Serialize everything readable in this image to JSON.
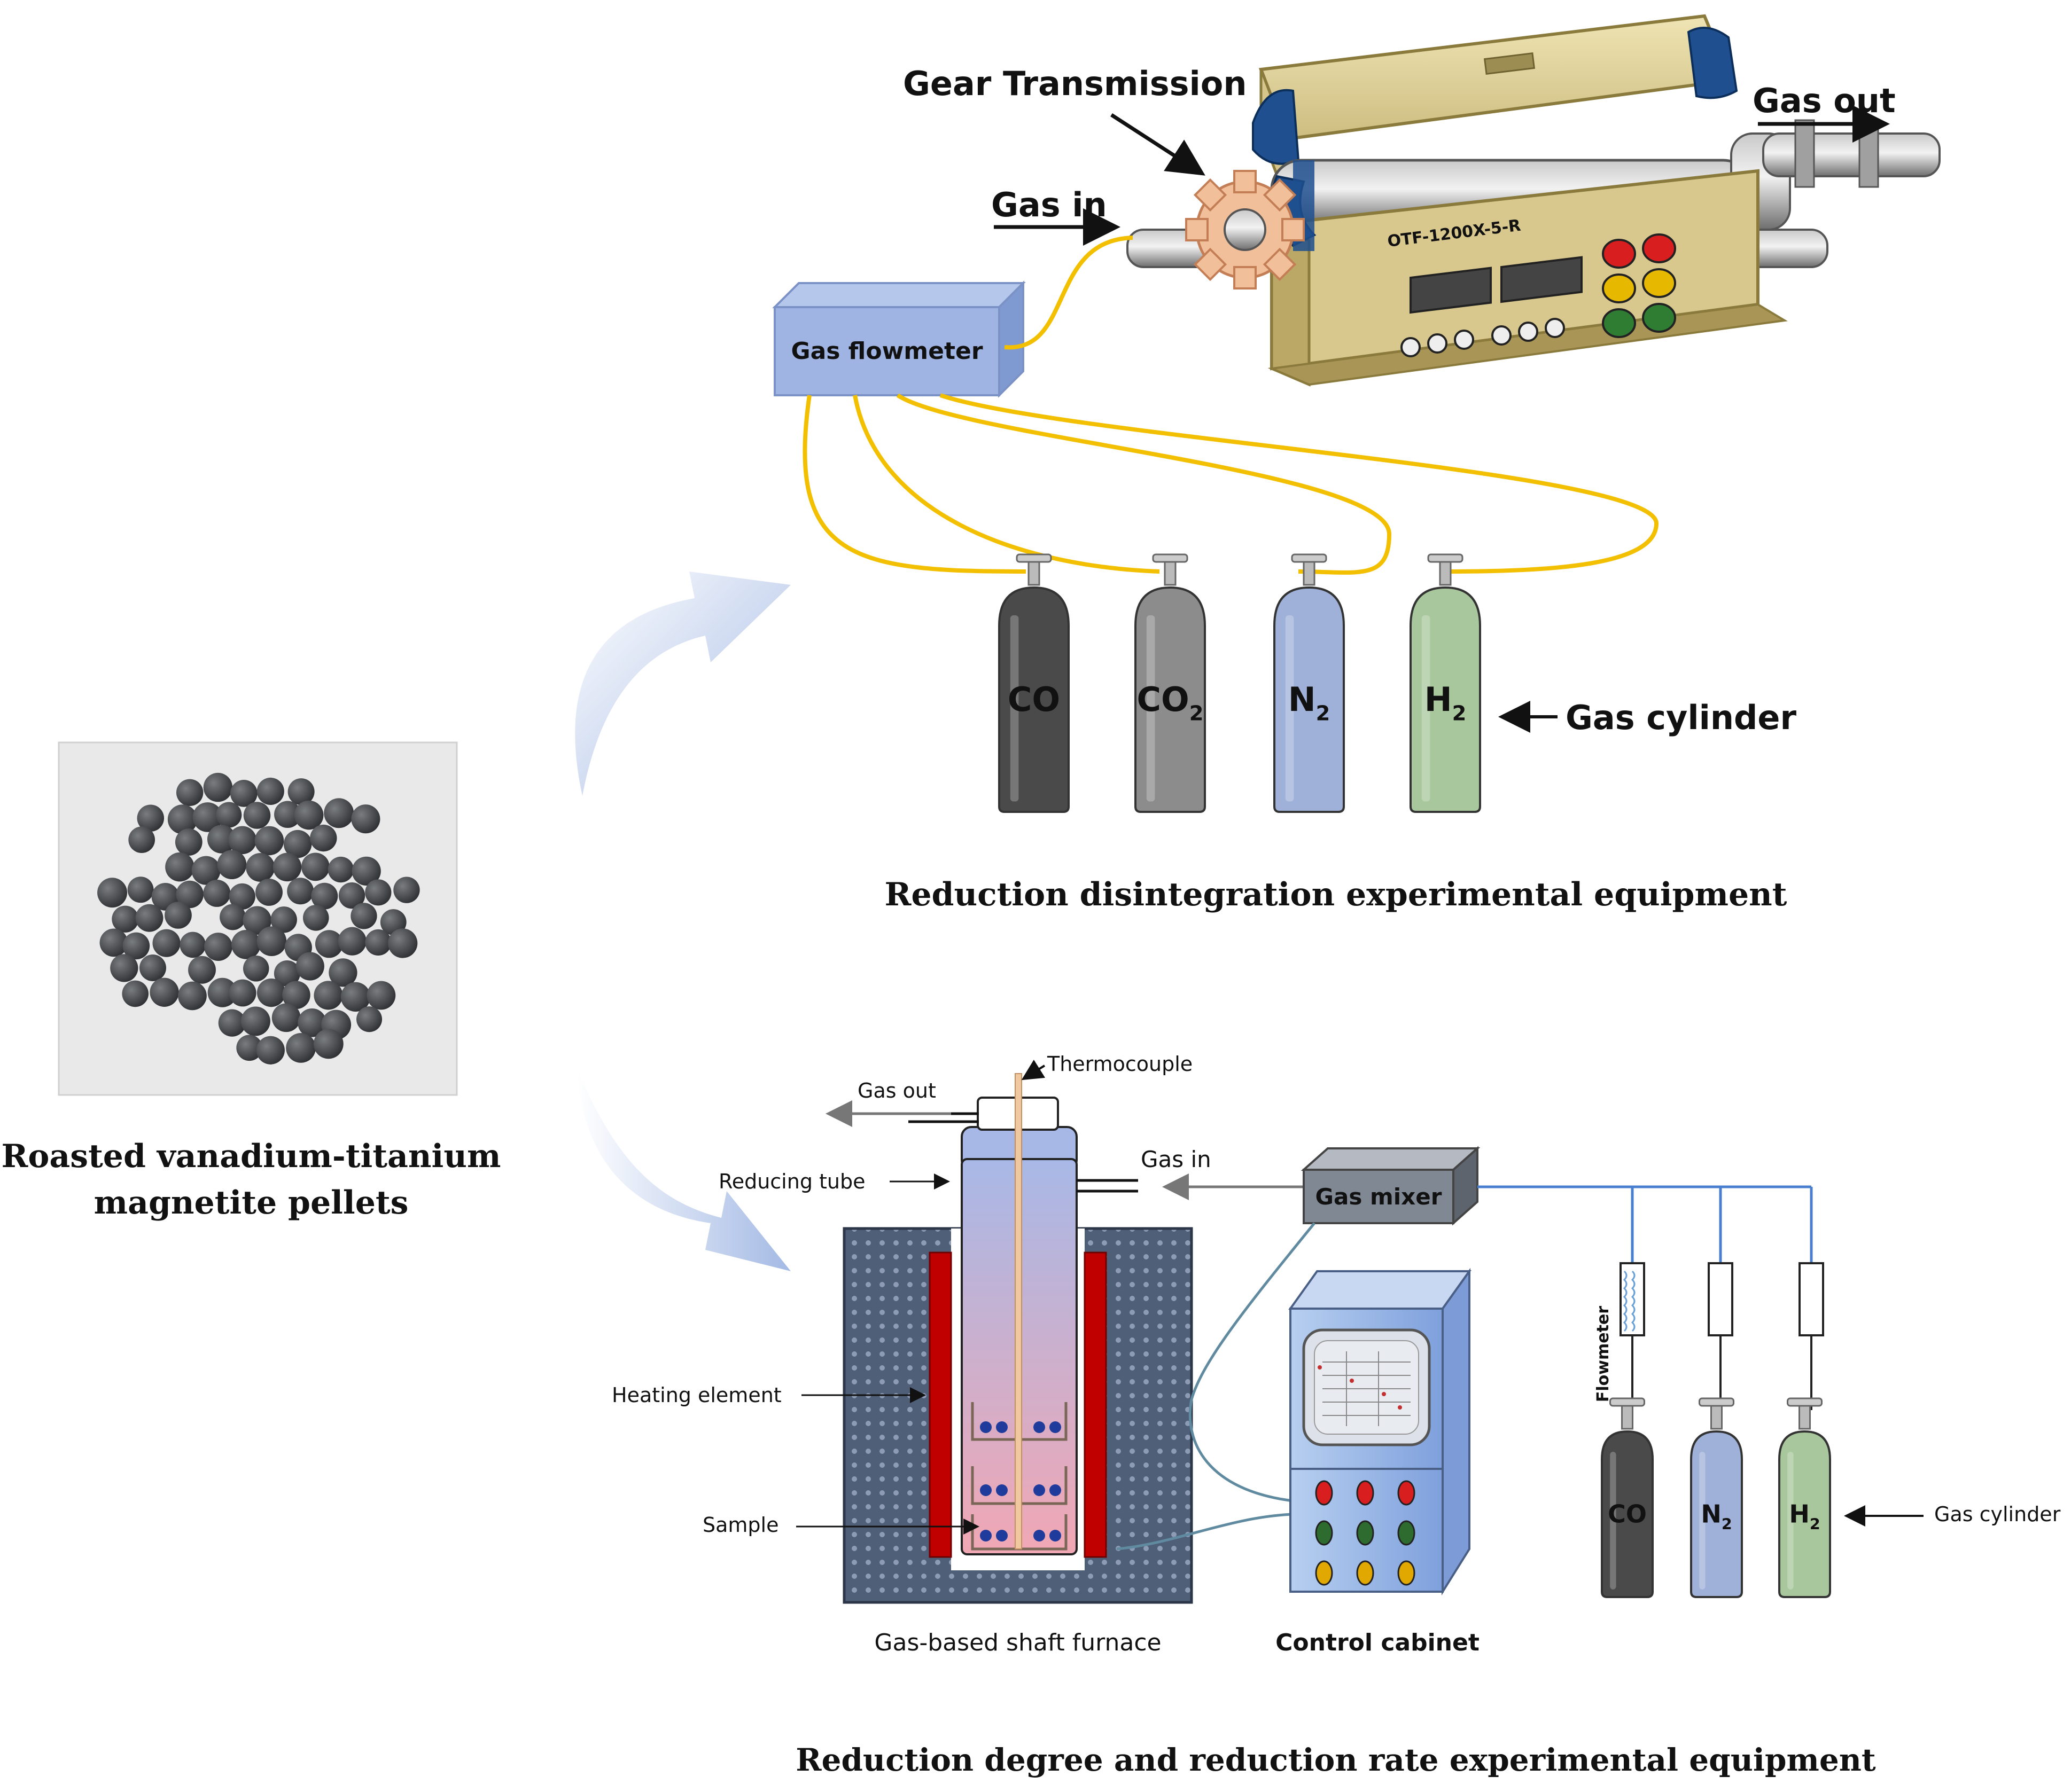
{
  "top": {
    "caption": "Reduction disintegration experimental equipment",
    "gear_transmission": "Gear Transmission",
    "gas_out": "Gas out",
    "gas_in": "Gas in",
    "furnace_model": "OTF-1200X-5-R",
    "flowmeter": "Gas flowmeter",
    "gas_cylinder": "Gas cylinder",
    "cylinders": [
      {
        "base": "CO",
        "sub": "",
        "color": "#4a4a4a"
      },
      {
        "base": "CO",
        "sub": "2",
        "color": "#8c8c8c"
      },
      {
        "base": "N",
        "sub": "2",
        "color": "#9fb1d8"
      },
      {
        "base": "H",
        "sub": "2",
        "color": "#a9c79c"
      }
    ]
  },
  "pellets": {
    "caption_line1": "Roasted vanadium-titanium",
    "caption_line2": "magnetite pellets"
  },
  "bottom": {
    "caption": "Reduction degree and reduction rate experimental equipment",
    "thermocouple": "Thermocouple",
    "gas_out": "Gas out",
    "gas_in": "Gas in",
    "reducing_tube": "Reducing tube",
    "heating_element": "Heating element",
    "sample": "Sample",
    "furnace": "Gas-based shaft furnace",
    "control_cabinet": "Control cabinet",
    "gas_mixer": "Gas mixer",
    "flowmeter": "Flowmeter",
    "gas_cylinder": "Gas cylinder",
    "cylinders": [
      {
        "base": "CO",
        "sub": "",
        "color": "#4a4a4a"
      },
      {
        "base": "N",
        "sub": "2",
        "color": "#9fb1d8"
      },
      {
        "base": "H",
        "sub": "2",
        "color": "#a9c79c"
      }
    ]
  }
}
